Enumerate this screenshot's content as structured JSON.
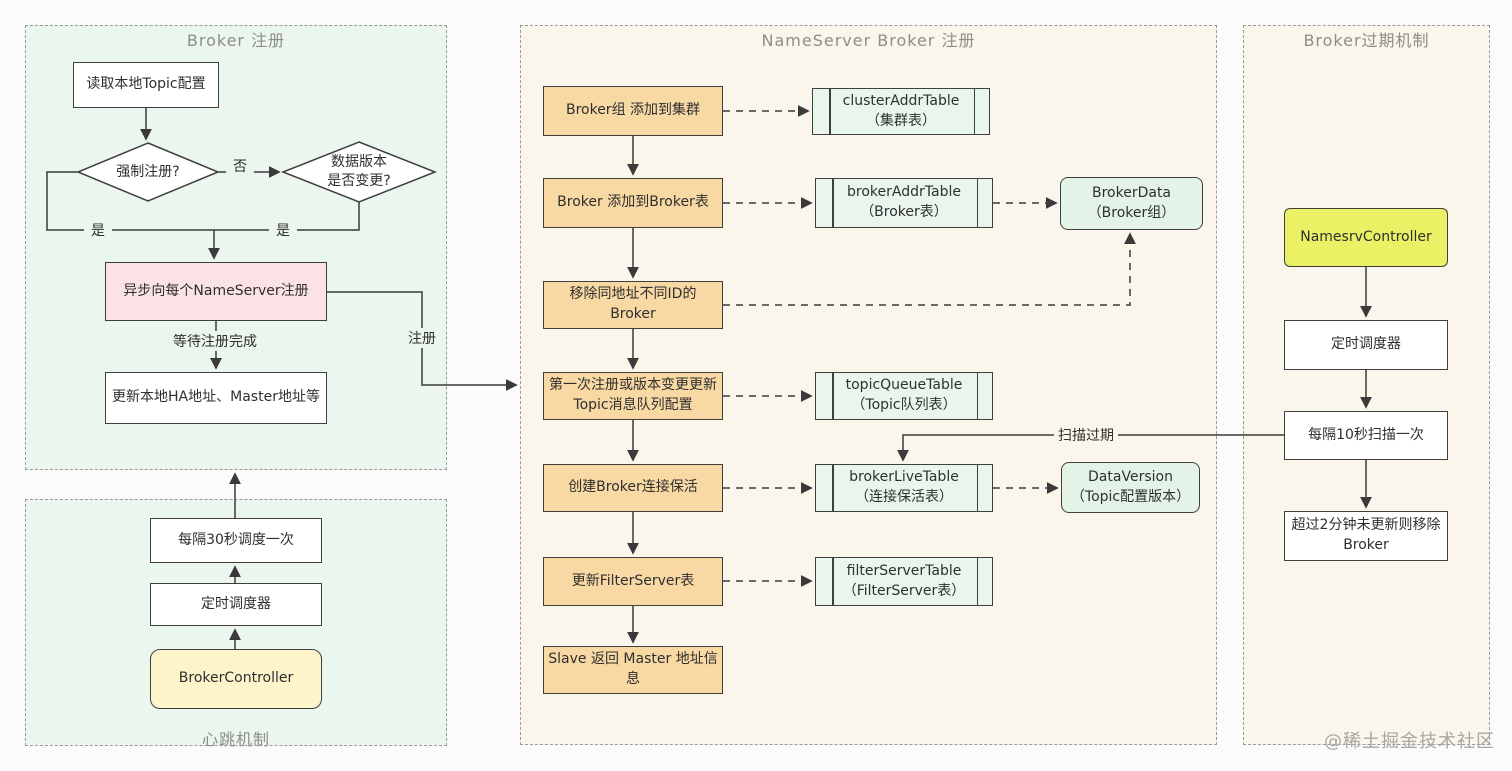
{
  "colors": {
    "page_bg": "#fbfbfb",
    "green_section_bg": "#ebf6ee",
    "cream_section_bg": "#faf6ec",
    "section_border": "#9a9a9a",
    "section_title": "#8d8d8d",
    "orange_box": "#f8d8a3",
    "pink_box": "#fbe2e5",
    "light_yellow_box": "#fdf4ca",
    "bright_yellow_box": "#ebf164",
    "mint_table_box": "#e9f6ed",
    "mint_rounded_box": "#e4f3e8",
    "shape_border": "#3f3f3d",
    "wire": "#3a3a3a",
    "text": "#2f2f2f",
    "watermark": "#aaa79f"
  },
  "broker_reg": {
    "title": "Broker 注册",
    "read_topic": "读取本地Topic配置",
    "force_register": "强制注册?",
    "data_version_line1": "数据版本",
    "data_version_line2": "是否变更?",
    "no_label": "否",
    "yes_left": "是",
    "yes_right": "是",
    "async_register": "异步向每个NameServer注册",
    "wait_complete": "等待注册完成",
    "update_ha": "更新本地HA地址、Master地址等",
    "register_label": "注册"
  },
  "heartbeat": {
    "title": "心跳机制",
    "every_30s": "每隔30秒调度一次",
    "timer": "定时调度器",
    "controller": "BrokerController"
  },
  "nameserver": {
    "title": "NameServer Broker 注册",
    "steps": [
      "Broker组 添加到集群",
      "Broker 添加到Broker表",
      "移除同地址不同ID的Broker",
      "第一次注册或版本变更更新Topic消息队列配置",
      "创建Broker连接保活",
      "更新FilterServer表",
      "Slave 返回 Master 地址信息"
    ],
    "tables": [
      {
        "name": "clusterAddrTable",
        "alias": "（集群表）"
      },
      {
        "name": "brokerAddrTable",
        "alias": "（Broker表）"
      },
      {
        "name": "topicQueueTable",
        "alias": "（Topic队列表）"
      },
      {
        "name": "brokerLiveTable",
        "alias": "（连接保活表）"
      },
      {
        "name": "filterServerTable",
        "alias": "（FilterServer表）"
      }
    ],
    "broker_data": {
      "name": "BrokerData",
      "alias": "（Broker组）"
    },
    "data_version": {
      "name": "DataVersion",
      "alias": "（Topic配置版本）"
    },
    "scan_expire_label": "扫描过期"
  },
  "expire": {
    "title": "Broker过期机制",
    "controller": "NamesrvController",
    "timer": "定时调度器",
    "scan_10s": "每隔10秒扫描一次",
    "remove_rule": "超过2分钟未更新则移除Broker"
  },
  "watermark": "@稀土掘金技术社区"
}
